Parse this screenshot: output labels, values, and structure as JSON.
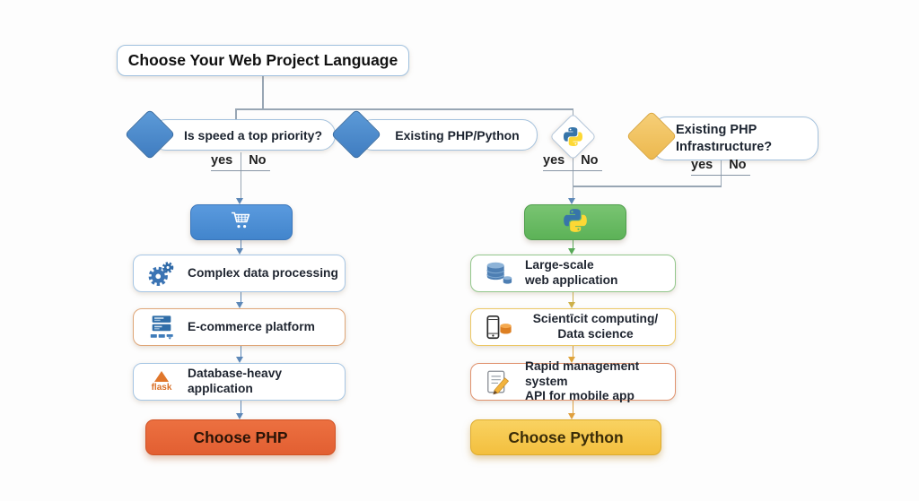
{
  "title": "Choose Your Web Project Language",
  "labels": {
    "yes": "yes",
    "no": "No"
  },
  "decisions": [
    {
      "label": "Is speed a top priority?",
      "diamond": "blue"
    },
    {
      "label": "Existing PHP/Python",
      "diamond": "blue"
    },
    {
      "label": "",
      "diamond": "python-logo"
    },
    {
      "line1": "Existing PHP",
      "line2": "Infrastıructure?",
      "diamond": "yellow"
    }
  ],
  "php_path": {
    "entry_icon": "shopping-cart",
    "steps": [
      {
        "line1": "Complex data processing",
        "icon": "gears"
      },
      {
        "line1": "E-commerce platform",
        "icon": "payment-cards"
      },
      {
        "line1": "Database-heavy application",
        "icon": "flask",
        "icon_label": "flask"
      }
    ],
    "result": "Choose PHP"
  },
  "python_path": {
    "entry_icon": "python-logo",
    "steps": [
      {
        "line1": "Large-scale",
        "line2": "web application",
        "icon": "database"
      },
      {
        "line1": "Scientīcit computing/",
        "line2": "Data science",
        "icon": "smartphone-data"
      },
      {
        "line1": "Rapid management system",
        "line2": "API for mobile app",
        "icon": "memo-pencil"
      }
    ],
    "result": "Choose Python"
  },
  "colors": {
    "blue_diamond": "#4a89cc",
    "yellow_diamond": "#f3c567",
    "blue_entry_box": "#4a8fd5",
    "green_entry_box": "#69bd66",
    "php_button": "#e8683f",
    "python_button": "#f7c94b",
    "connector": "#98a6b4",
    "border_light_blue": "#a6c6e4",
    "border_orange": "#dfa678",
    "border_green": "#93c78c",
    "border_yellow": "#ecc765",
    "border_red_orange": "#e0926e"
  }
}
